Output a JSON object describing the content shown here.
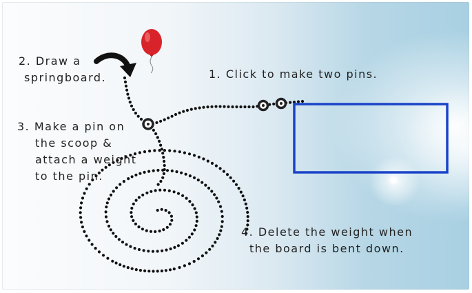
{
  "instructions": {
    "step1": "1. Click to make two pins.",
    "step2": [
      "2. Draw a",
      "springboard."
    ],
    "step3": [
      "3. Make a pin on",
      "the scoop &",
      "attach a weight",
      "to the pin."
    ],
    "step4": [
      "4. Delete the weight when",
      "the board is bent down."
    ]
  },
  "icons": {
    "balloon": "red-balloon-icon",
    "arrow": "curved-arrow-icon",
    "pin": "pin-icon"
  },
  "colors": {
    "balloon": "#d8232a",
    "box_outline": "#1a43c8",
    "ink": "#111111"
  }
}
